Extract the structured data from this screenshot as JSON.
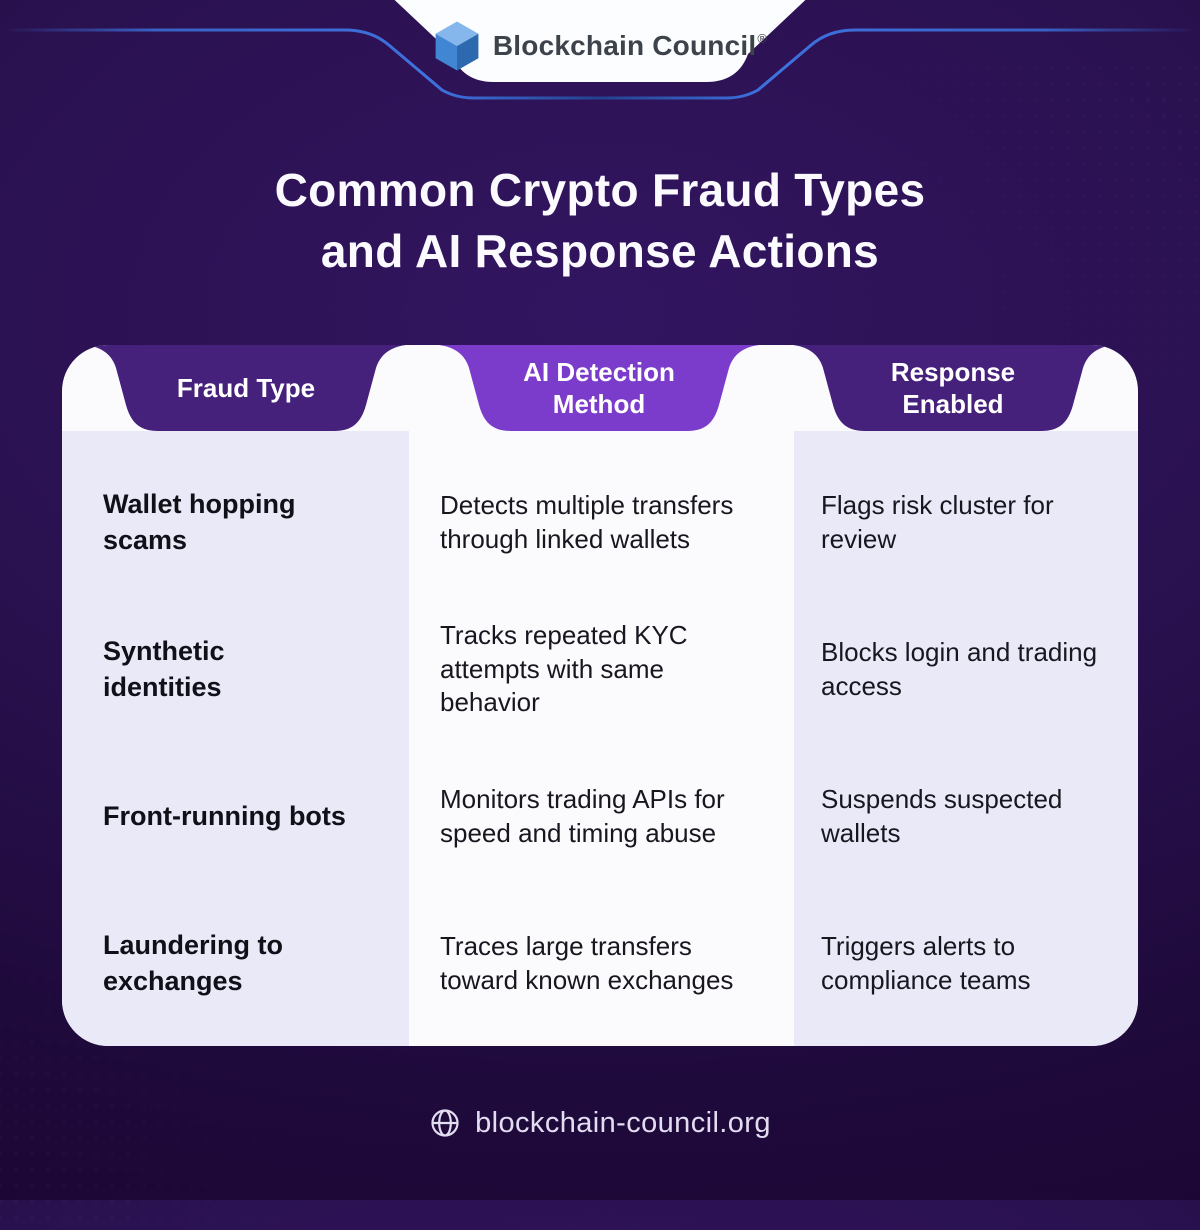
{
  "brand": {
    "name": "Blockchain Council",
    "registered_mark": "®",
    "logo_icon": "cube-logo-icon"
  },
  "title": {
    "line1": "Common Crypto Fraud Types",
    "line2": "and AI Response Actions"
  },
  "table": {
    "columns": [
      {
        "header": "Fraud Type"
      },
      {
        "header": "AI Detection Method"
      },
      {
        "header": "Response Enabled"
      }
    ],
    "rows": [
      {
        "fraud_type": "Wallet hopping scams",
        "ai_detection_method": "Detects multiple transfers through linked wallets",
        "response_enabled": "Flags risk cluster for review"
      },
      {
        "fraud_type": "Synthetic identities",
        "ai_detection_method": "Tracks repeated KYC attempts with same behavior",
        "response_enabled": "Blocks login and trading access"
      },
      {
        "fraud_type": "Front-running bots",
        "ai_detection_method": "Monitors trading APIs for speed and timing abuse",
        "response_enabled": "Suspends suspected wallets"
      },
      {
        "fraud_type": "Laundering to exchanges",
        "ai_detection_method": "Traces large transfers toward known exchanges",
        "response_enabled": "Triggers alerts to compliance teams"
      }
    ]
  },
  "footer": {
    "website": "blockchain-council.org",
    "globe_icon": "globe-icon"
  },
  "colors": {
    "background_purple": "#2a1150",
    "tab_dark_purple": "#45217c",
    "tab_accent_purple": "#7b3ccb",
    "column_tint": "#eae9f7",
    "card_white": "#fbfbfe",
    "body_text": "#17171f",
    "blue_outline": "#3a6ad0",
    "cube_top": "#86b7ec",
    "cube_left": "#4086d2",
    "cube_right": "#2d69ae"
  }
}
